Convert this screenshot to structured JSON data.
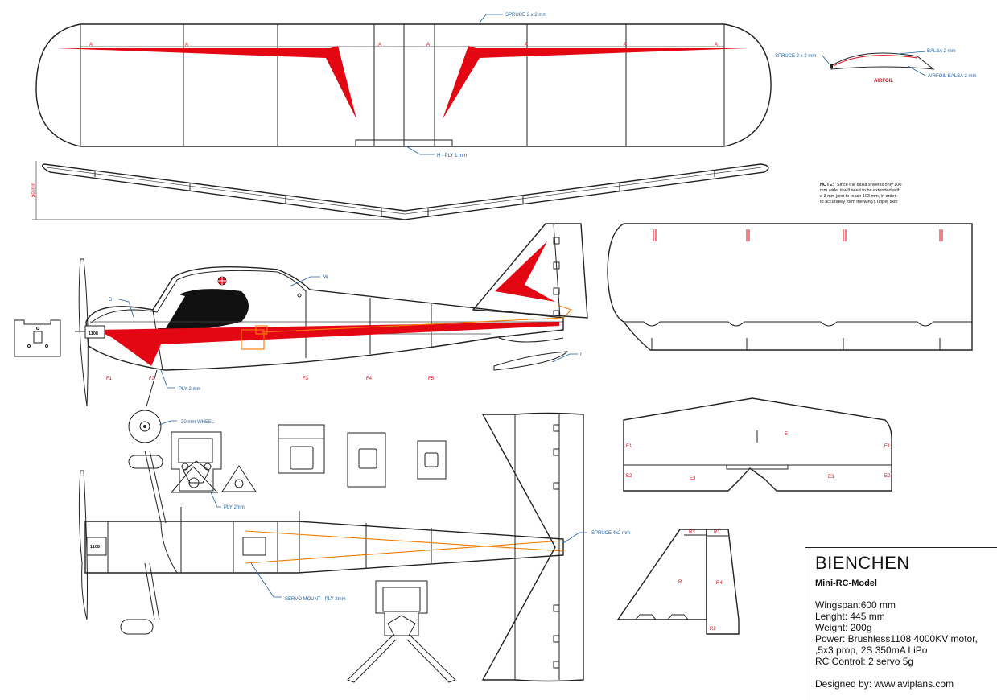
{
  "labels": {
    "spruce_top": "SPRUCE 2 x 2 mm",
    "spruce_airfoil": "SPRUCE 2 x 2 mm",
    "balsa_2": "BALSA 2 mm",
    "airfoil": "AIRFOIL",
    "airfoil_balsa": "AIRFOIL BALSA 2 mm",
    "h_ply": "H - PLY 1 mm",
    "height_50": "50 mm",
    "a": "A",
    "w": "W",
    "d": "D",
    "t": "T",
    "motor": "1108",
    "f1": "F1",
    "f2": "F2",
    "f3": "F3",
    "f4": "F4",
    "f5": "F5",
    "ply_2mm": "PLY 2 mm",
    "wheel": "30 mm WHEEL",
    "ply_2mm_b": "PLY 2mm",
    "servo_mount": "SERVO MOUNT - PLY 2mm",
    "spruce_4x2": "SPRUCE 4x2 mm",
    "e": "E",
    "e1": "E1",
    "e2": "E2",
    "e3": "E3",
    "r": "R",
    "r1": "R1",
    "r2": "R2",
    "r3": "R3",
    "r4": "R4"
  },
  "note": {
    "heading": "NOTE:",
    "line1": "Since the balsa sheet is only 100",
    "line2": "mm wide, it will need to be extended with",
    "line3": "a 3 mm joint to reach 103 mm, in order",
    "line4": "to accurately form the wing's upper skin"
  },
  "title_block": {
    "name": "BIENCHEN",
    "subtitle": "Mini-RC-Model",
    "wingspan": "Wingspan:600 mm",
    "length": "Lenght: 445 mm",
    "weight": "Weight:  200g",
    "power": "Power:  Brushless1108 4000KV motor,",
    "prop": ",5x3 prop, 2S 350mA LiPo",
    "rc": "RC Control: 2 servo 5g",
    "designer": "Designed by: www.aviplans.com"
  },
  "colors": {
    "accent_red": "#e30613",
    "label_blue": "#1f5fa8",
    "pushrod_orange": "#f07d00"
  }
}
